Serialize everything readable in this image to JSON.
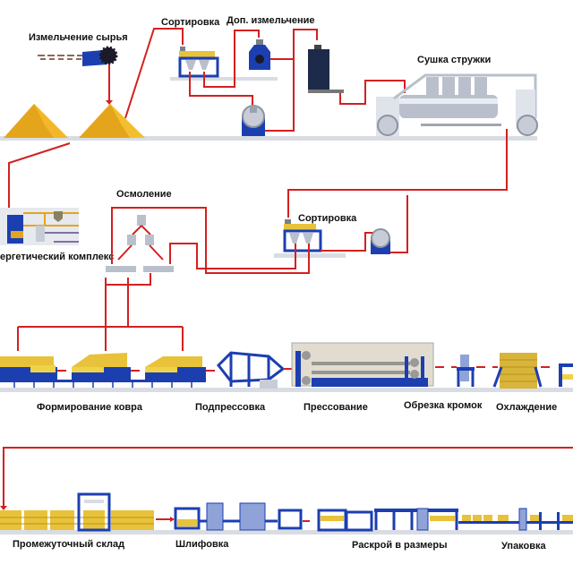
{
  "diagram": {
    "title": "Технологическая схема производства ДСП",
    "colors": {
      "flow_line": "#d42020",
      "equipment": "#1c3fb0",
      "material": "#e8c23a",
      "floor": "#d9dde3"
    },
    "stages": {
      "raw_chipping": "Измельчение сырья",
      "sorting_1": "Сортировка",
      "extra_chipping": "Доп. измельчение",
      "chip_drying": "Сушка стружки",
      "energy_complex": "Энергетический комплекс",
      "energy_complex_visible": "ергетический комплекс",
      "resin_blending": "Осмоление",
      "sorting_2": "Сортировка",
      "mat_forming": "Формирование ковра",
      "prepressing": "Подпрессовка",
      "pressing": "Прессование",
      "edge_trimming": "Обрезка кромок",
      "cooling": "Охлаждение",
      "intermediate_storage": "Промежуточный склад",
      "sanding": "Шлифовка",
      "cut_to_size": "Раскрой в размеры",
      "packaging": "Упаковка"
    }
  }
}
